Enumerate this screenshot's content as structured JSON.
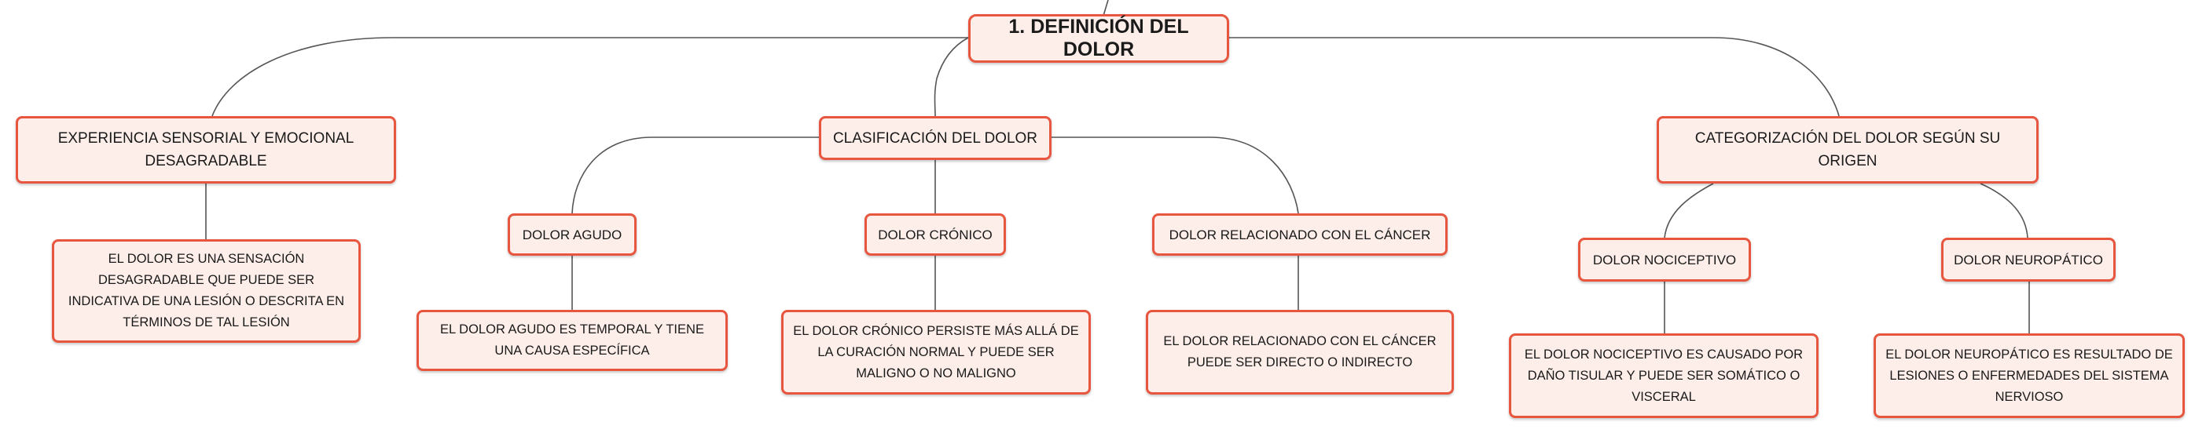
{
  "mindmap": {
    "root": {
      "label": "1. DEFINICIÓN DEL DOLOR"
    },
    "branches": [
      {
        "label": "EXPERIENCIA SENSORIAL Y EMOCIONAL DESAGRADABLE",
        "children": [
          {
            "label": "EL DOLOR ES UNA SENSACIÓN DESAGRADABLE QUE PUEDE SER INDICATIVA DE UNA LESIÓN O DESCRITA EN TÉRMINOS DE TAL LESIÓN"
          }
        ]
      },
      {
        "label": "CLASIFICACIÓN DEL DOLOR",
        "children": [
          {
            "label": "DOLOR AGUDO",
            "detail": "EL DOLOR AGUDO ES TEMPORAL Y TIENE UNA CAUSA ESPECÍFICA"
          },
          {
            "label": "DOLOR CRÓNICO",
            "detail": "EL DOLOR CRÓNICO PERSISTE MÁS ALLÁ DE LA CURACIÓN NORMAL Y PUEDE SER MALIGNO O NO MALIGNO"
          },
          {
            "label": "DOLOR RELACIONADO CON EL CÁNCER",
            "detail": "EL DOLOR RELACIONADO CON EL CÁNCER PUEDE SER DIRECTO O INDIRECTO"
          }
        ]
      },
      {
        "label": "CATEGORIZACIÓN DEL DOLOR SEGÚN SU ORIGEN",
        "children": [
          {
            "label": "DOLOR NOCICEPTIVO",
            "detail": "EL DOLOR NOCICEPTIVO ES CAUSADO POR DAÑO TISULAR Y PUEDE SER SOMÁTICO O VISCERAL"
          },
          {
            "label": "DOLOR NEUROPÁTICO",
            "detail": "EL DOLOR NEUROPÁTICO ES RESULTADO DE LESIONES O ENFERMEDADES DEL SISTEMA NERVIOSO"
          }
        ]
      }
    ]
  }
}
